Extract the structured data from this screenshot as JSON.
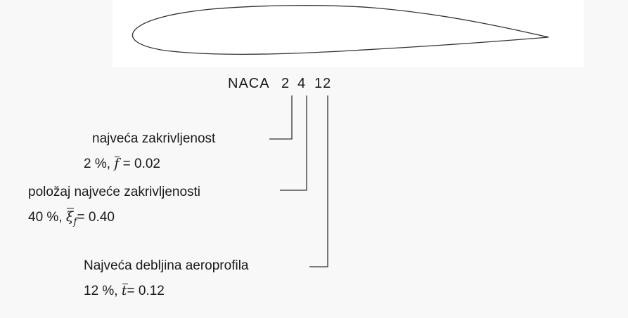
{
  "code": {
    "prefix": "NACA",
    "digit_camber": "2",
    "digit_position": "4",
    "digit_thickness": "12"
  },
  "camber": {
    "label": "najveća zakrivljenost",
    "value_prefix": "2 %,",
    "symbol": "f",
    "value_suffix": "= 0.02"
  },
  "position": {
    "label": "položaj najveće zakrivljenosti",
    "value_prefix": "40 %,",
    "symbol": "ξ",
    "subscript": "f",
    "value_suffix": "= 0.40"
  },
  "thickness": {
    "label": "Najveća debljina aeroprofila",
    "value_prefix": "12 %,",
    "symbol": "t",
    "value_suffix": "= 0.12"
  }
}
